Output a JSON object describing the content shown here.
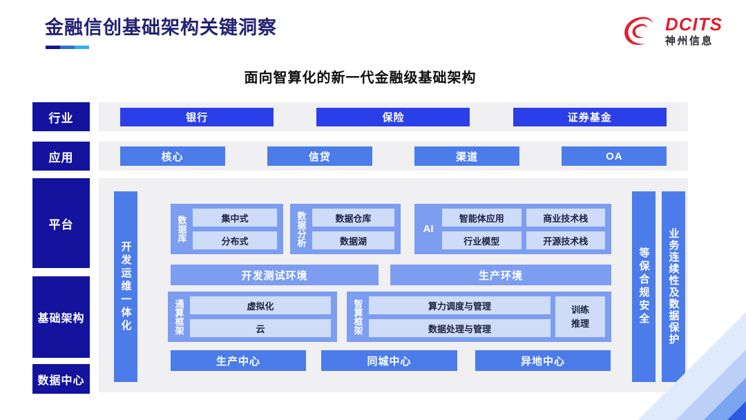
{
  "page": {
    "title": "金融信创基础架构关键洞察"
  },
  "logo": {
    "brand": "DCITS",
    "company": "神州信息"
  },
  "diagram": {
    "subtitle": "面向智算化的新一代金融级基础架构",
    "side_labels": {
      "industry": "行业",
      "application": "应用",
      "platform": "平台",
      "infrastructure": "基础架构",
      "datacenter": "数据中心"
    },
    "industry_items": [
      "银行",
      "保险",
      "证券基金"
    ],
    "application_items": [
      "核心",
      "信贷",
      "渠道",
      "OA"
    ],
    "devops_bar": "开发运维一体化",
    "database": {
      "label": "数据库",
      "items": [
        "集中式",
        "分布式"
      ]
    },
    "analytics": {
      "label": "数据分析",
      "items": [
        "数据仓库",
        "数据湖"
      ]
    },
    "ai": {
      "label": "AI",
      "items": [
        "智能体应用",
        "商业技术栈",
        "行业模型",
        "开源技术栈"
      ]
    },
    "environments": [
      "开发测试环境",
      "生产环境"
    ],
    "general_framework": {
      "label": "通算框架",
      "items": [
        "虚拟化",
        "云"
      ]
    },
    "intelligent_framework": {
      "label": "智算框架",
      "items": [
        "算力调度与管理",
        "数据处理与管理"
      ],
      "side_item": "训练推理"
    },
    "centers": [
      "生产中心",
      "同城中心",
      "异地中心"
    ],
    "security_bar": "等保合规安全",
    "continuity_bar": "业务连续性及数据保护"
  },
  "colors": {
    "navy": "#13139E",
    "title_navy": "#232273",
    "bright_blue": "#2B3FE8",
    "medium_blue": "#4B7CEA",
    "container_blue": "#7C9DF0",
    "chip_blue": "#CEDCF8",
    "panel_gray": "#F0F0F2",
    "logo_red": "#E0202E",
    "accent_cyan": "#2BB3EA"
  }
}
